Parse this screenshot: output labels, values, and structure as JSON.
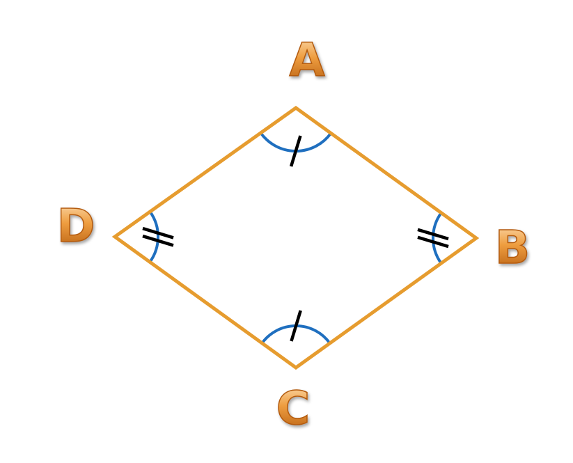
{
  "diagram": {
    "shape": "rhombus",
    "colors": {
      "side": "#E69C2F",
      "angle_arc": "#1F6FBF",
      "tick": "#000000",
      "label_light": "#FCE0B8",
      "label_mid": "#EE9D3F",
      "label_dark": "#B35A0F"
    },
    "vertices": [
      {
        "id": "A",
        "label": "A"
      },
      {
        "id": "B",
        "label": "B"
      },
      {
        "id": "C",
        "label": "C"
      },
      {
        "id": "D",
        "label": "D"
      }
    ],
    "angle_marks": [
      {
        "vertex": "A",
        "ticks": 1
      },
      {
        "vertex": "B",
        "ticks": 2
      },
      {
        "vertex": "C",
        "ticks": 1
      },
      {
        "vertex": "D",
        "ticks": 2
      }
    ]
  }
}
